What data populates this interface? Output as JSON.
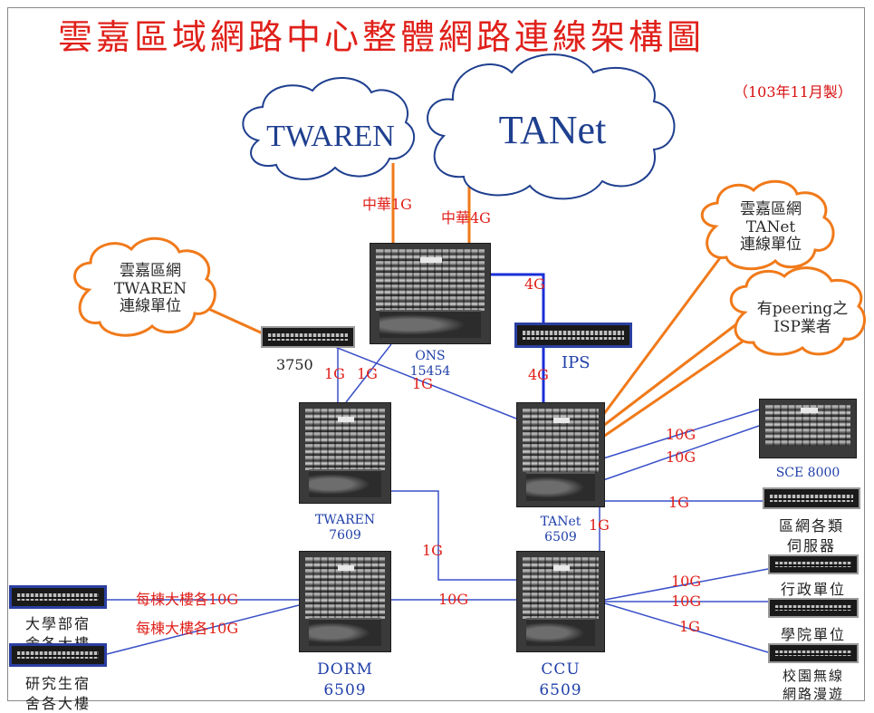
{
  "title": "雲嘉區域網路中心整體網路連線架構圖",
  "date": "（103年11月製）",
  "clouds": {
    "twaren": "TWAREN",
    "tanet": "TANet",
    "left_orange": [
      "雲嘉區網",
      "TWAREN",
      "連線單位"
    ],
    "top_right_orange": [
      "雲嘉區網",
      "TANet",
      "連線單位"
    ],
    "isp_orange": [
      "有peering之",
      "ISP業者"
    ]
  },
  "links": {
    "twaren_uplink": "中華1G",
    "tanet_uplink": "中華4G",
    "ons_ips": "4G",
    "ips_tanet": "4G",
    "l_3750_a": "1G",
    "l_3750_b": "1G",
    "l_3750_c": "1G",
    "twaren_ccu": "1G",
    "tanet_ccu": "1G",
    "sce_a": "10G",
    "sce_b": "10G",
    "servers": "1G",
    "dorm_ccu": "10G",
    "dorm_a": "每棟大樓各10G",
    "dorm_b": "每棟大樓各10G",
    "admin": "10G",
    "college": "10G",
    "wireless": "1G"
  },
  "devices": {
    "ons": [
      "ONS",
      "15454"
    ],
    "sw3750": "3750",
    "ips": "IPS",
    "twaren7609": [
      "TWAREN",
      "7609"
    ],
    "tanet6509": [
      "TANet",
      "6509"
    ],
    "sce": "SCE 8000",
    "servers": [
      "區網各類",
      "伺服器"
    ],
    "dorm": [
      "DORM",
      "6509"
    ],
    "ccu": [
      "CCU",
      "6509"
    ],
    "admin": "行政單位",
    "college": "學院單位",
    "wireless": [
      "校園無線",
      "網路漫遊"
    ],
    "undergrad": [
      "大學部宿",
      "舍各大樓"
    ],
    "grad": [
      "研究生宿",
      "舍各大樓"
    ]
  },
  "colors": {
    "title": "#e0201a",
    "orange": "#f07a1a",
    "blue_link": "#3a50c8",
    "ips_link": "#1a2fd8",
    "label_blue": "#1f3fa8"
  }
}
